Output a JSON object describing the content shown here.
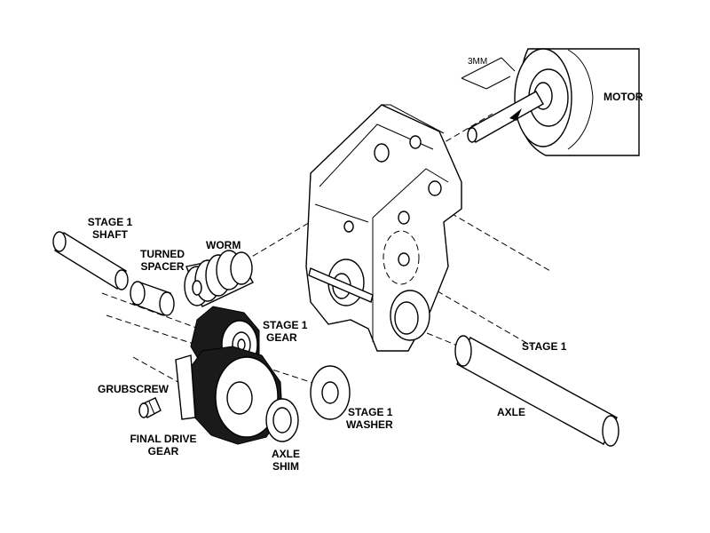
{
  "labels": {
    "motor": "MOTOR",
    "dimension": "3MM",
    "stage1_shaft": [
      "STAGE 1",
      "SHAFT"
    ],
    "turned_spacer": [
      "TURNED",
      "SPACER"
    ],
    "worm": "WORM",
    "stage1_gear": [
      "STAGE 1",
      "GEAR"
    ],
    "grubscrew": "GRUBSCREW",
    "final_drive_gear": [
      "FINAL DRIVE",
      "GEAR"
    ],
    "axle_shim": [
      "AXLE",
      "SHIM"
    ],
    "stage1_washer": [
      "STAGE 1",
      "WASHER"
    ],
    "stage1": "STAGE 1",
    "axle": "AXLE"
  },
  "colors": {
    "ink": "#000000",
    "paper": "#ffffff",
    "gear_fill": "#1a1a1a"
  }
}
